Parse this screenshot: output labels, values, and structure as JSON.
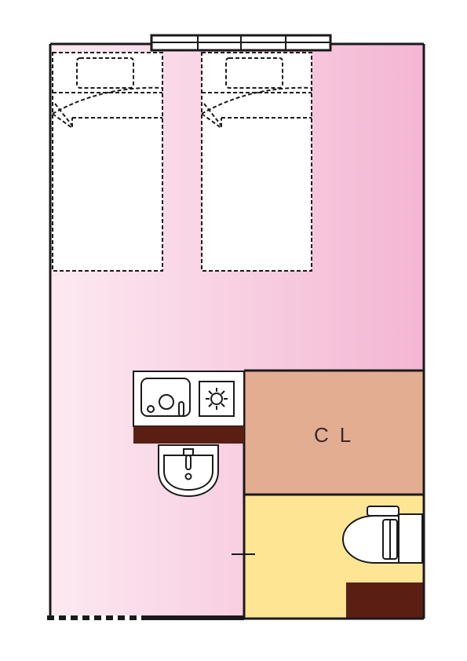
{
  "floor_plan": {
    "rooms": {
      "closet": {
        "label": "CL"
      }
    },
    "colors": {
      "wall": "#1a1a1a",
      "room_gradient_left": "#fde9f1",
      "room_gradient_right": "#f3b6d3",
      "closet_fill": "#e3ad92",
      "toilet_room_fill": "#fde594",
      "counter_dark": "#5a1e13",
      "fixture_white": "#ffffff"
    },
    "furniture": [
      "bed",
      "bed",
      "kitchen-sink",
      "stove-burner",
      "wash-basin",
      "toilet",
      "window",
      "entrance-door"
    ]
  }
}
